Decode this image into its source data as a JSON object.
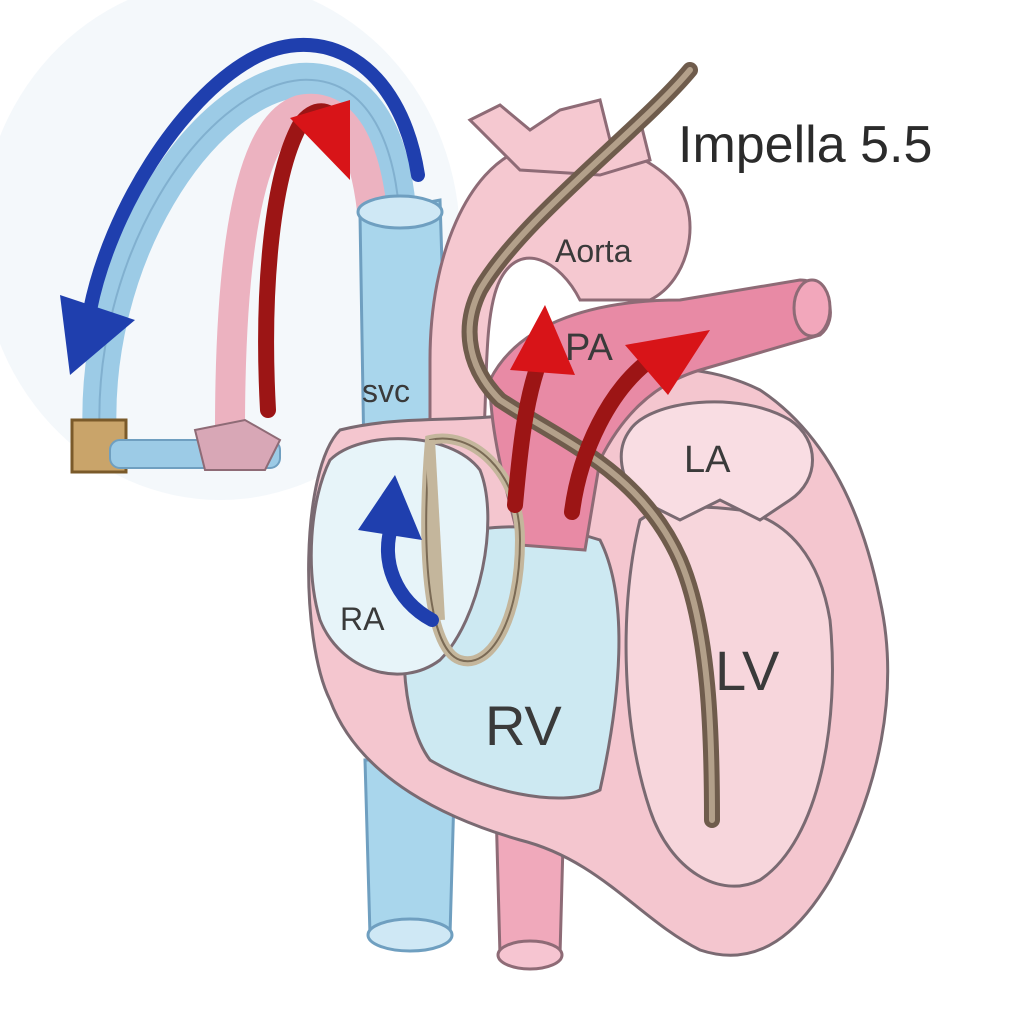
{
  "labels": {
    "device": "Impella 5.5",
    "aorta": "Aorta",
    "pa": "PA",
    "svc": "svc",
    "la": "LA",
    "ra": "RA",
    "lv": "LV",
    "rv": "RV"
  },
  "colors": {
    "oxygenated_flow": "#d81418",
    "deoxygenated_flow": "#1f3fae",
    "aorta_pink": "#f5c8d0",
    "pa_pink": "#e88aa5",
    "vena_blue": "#a9d6ec",
    "myocardium": "#f4c6cf",
    "chamber_right": "#cde9f2",
    "catheter": "#8a7766",
    "outline": "#7a6a72"
  }
}
